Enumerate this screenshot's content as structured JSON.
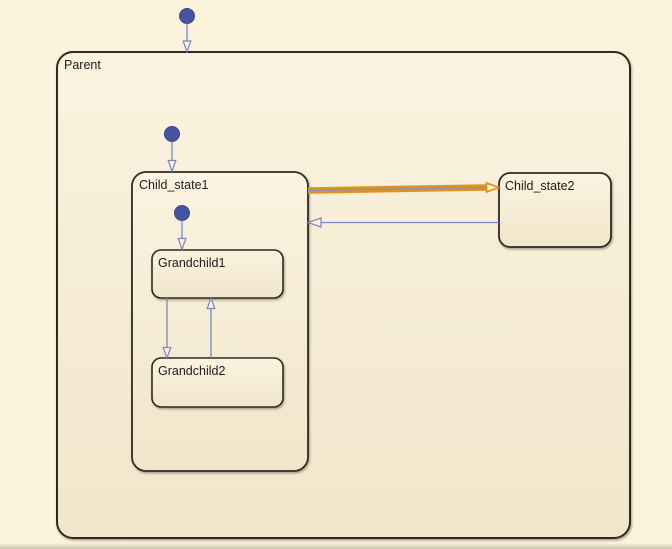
{
  "diagram": {
    "kind": "state-chart",
    "states": {
      "parent": {
        "label": "Parent"
      },
      "child_state1": {
        "label": "Child_state1"
      },
      "child_state2": {
        "label": "Child_state2"
      },
      "grandchild1": {
        "label": "Grandchild1"
      },
      "grandchild2": {
        "label": "Grandchild2"
      }
    },
    "transitions": [
      {
        "name": "default-to-parent",
        "type": "default-transition",
        "target": "Parent",
        "highlighted": false
      },
      {
        "name": "default-to-child_state1",
        "type": "default-transition",
        "target": "Child_state1",
        "highlighted": false
      },
      {
        "name": "default-to-grandchild1",
        "type": "default-transition",
        "target": "Grandchild1",
        "highlighted": false
      },
      {
        "name": "child_state1-to-child_state2",
        "type": "transition",
        "source": "Child_state1",
        "target": "Child_state2",
        "highlighted": true
      },
      {
        "name": "child_state2-to-child_state1",
        "type": "transition",
        "source": "Child_state2",
        "target": "Child_state1",
        "highlighted": false
      },
      {
        "name": "grandchild1-to-grandchild2",
        "type": "transition",
        "source": "Grandchild1",
        "target": "Grandchild2",
        "highlighted": false
      },
      {
        "name": "grandchild2-to-grandchild1",
        "type": "transition",
        "source": "Grandchild2",
        "target": "Grandchild1",
        "highlighted": false
      }
    ]
  },
  "colors": {
    "canvas-bg": "#fcf3dc",
    "state-fill-top": "#fbf3e0",
    "state-fill-bottom": "#f1e6cb",
    "state-border": "#2d2a24",
    "label-text": "#1c1c1c",
    "transition-blue": "#7d85c3",
    "default-dot": "#47549f",
    "default-dot-border": "#3b478c",
    "highlight-orange": "#e0921c",
    "highlight-core": "#8f92aa",
    "arrowhead-fill": "#fcf3dc"
  }
}
